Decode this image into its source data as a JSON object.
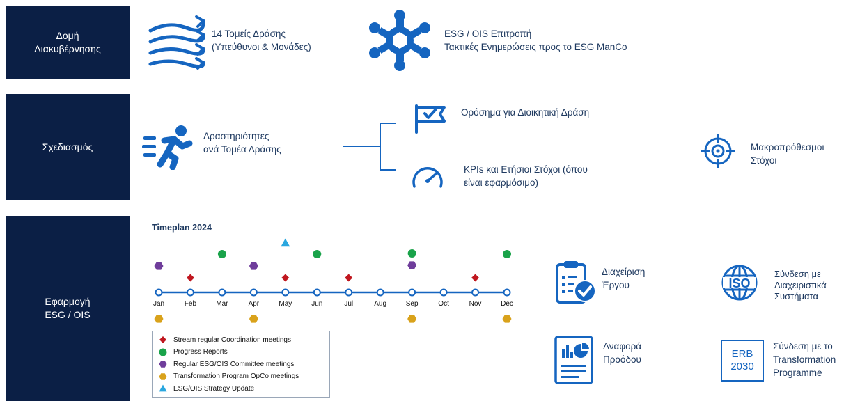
{
  "rows": [
    {
      "label_lines": [
        "Δομή",
        "Διακυβέρνησης"
      ]
    },
    {
      "label_lines": [
        "Σχεδιασμός"
      ]
    },
    {
      "label_lines": [
        "Εφαρμογή",
        "ESG / OIS"
      ]
    }
  ],
  "governance": {
    "streams": {
      "icon": "arrows-flow-icon",
      "lines": [
        "14 Τομείς Δράσης",
        "(Υπεύθυνοι & Μονάδες)"
      ]
    },
    "committee": {
      "icon": "people-circle-icon",
      "lines": [
        "ESG / OIS Επιτροπή",
        "Τακτικές Ενημερώσεις προς το ESG ManCo"
      ]
    }
  },
  "planning": {
    "activities": {
      "icon": "running-person-icon",
      "lines": [
        "Δραστηριότητες",
        "ανά Τομέα Δράσης"
      ]
    },
    "milestones": {
      "icon": "checkmark-flag-icon",
      "lines": [
        "Ορόσημα για  Διοικητική Δράση"
      ]
    },
    "kpis": {
      "icon": "speedometer-icon",
      "lines": [
        "KPIs και Ετήσιοι Στόχοι (όπου",
        "είναι εφαρμόσιμο)"
      ]
    },
    "long_term": {
      "icon": "target-crosshair-icon",
      "lines": [
        "Μακροπρόθεσμοι",
        "Στόχοι"
      ]
    }
  },
  "timeplan": {
    "title": "Timeplan 2024",
    "months": [
      "Jan",
      "Feb",
      "Mar",
      "Apr",
      "May",
      "Jun",
      "Jul",
      "Aug",
      "Sep",
      "Oct",
      "Nov",
      "Dec"
    ],
    "events": {
      "coordination": [
        "Feb",
        "May",
        "Jul",
        "Nov"
      ],
      "progress": [
        "Mar",
        "Jun",
        "Sep",
        "Dec"
      ],
      "committee": [
        "Jan",
        "Apr",
        "Sep"
      ],
      "opco": [
        "Jan",
        "Apr",
        "Sep",
        "Dec"
      ],
      "strategy": [
        "May"
      ]
    },
    "legend": [
      {
        "key": "coordination",
        "shape": "diamond",
        "color": "#c0171f",
        "label": "Stream regular Coordination meetings"
      },
      {
        "key": "progress",
        "shape": "circle",
        "color": "#1aa34a",
        "label": "Progress Reports"
      },
      {
        "key": "committee",
        "shape": "hexagon",
        "color": "#6f3d9b",
        "label": "Regular ESG/OIS Committee meetings"
      },
      {
        "key": "opco",
        "shape": "hexagon",
        "color": "#d9a21b",
        "label": "Transformation Program OpCo meetings"
      },
      {
        "key": "strategy",
        "shape": "triangle",
        "color": "#2aa7df",
        "label": "ESG/OIS Strategy Update"
      }
    ]
  },
  "implementation": {
    "project": {
      "icon": "clipboard-check-icon",
      "lines": [
        "Διαχείριση",
        "Έργου"
      ]
    },
    "iso": {
      "icon": "iso-globe-icon",
      "lines": [
        "Σύνδεση με",
        "Διαχειριστικά",
        "Συστήματα"
      ]
    },
    "report": {
      "icon": "report-chart-icon",
      "lines": [
        "Αναφορά",
        "Προόδου"
      ]
    },
    "erb": {
      "icon": "erb-badge",
      "badge_lines": [
        "ERB",
        "2030"
      ],
      "lines": [
        "Σύνδεση με το",
        "Transformation",
        "Programme"
      ]
    }
  },
  "colors": {
    "navy": "#0b1f45",
    "blue": "#1565c0",
    "text": "#1f3a60"
  }
}
